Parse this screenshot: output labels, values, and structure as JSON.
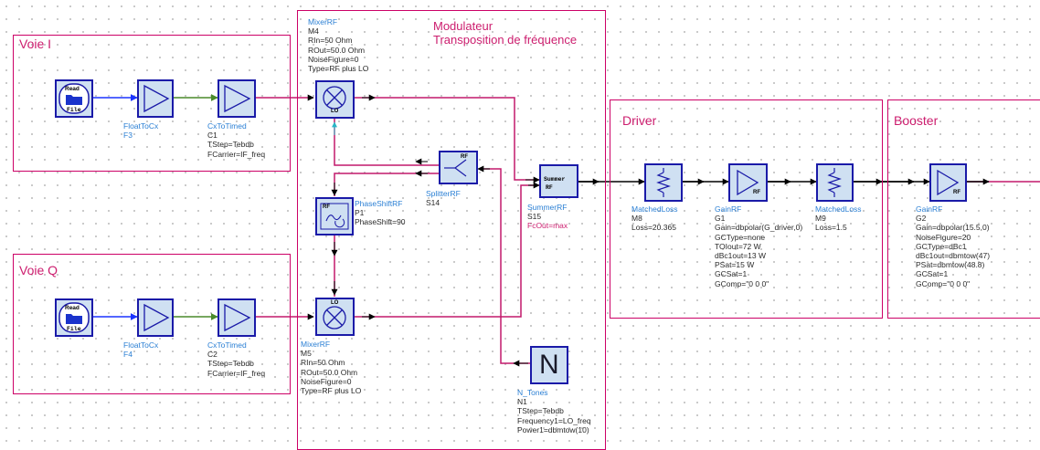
{
  "regions": {
    "voie_i": "Voie I",
    "voie_q": "Voie Q",
    "modulator_line1": "Modulateur",
    "modulator_line2": "Transposition de fréquence",
    "driver": "Driver",
    "booster": "Booster"
  },
  "icons": {
    "read_file_top": "Read",
    "read_file_bottom": "File",
    "lo": "LO",
    "rf": "RF",
    "summer_top": "Summer",
    "noise_symbol": "N"
  },
  "components": {
    "mixer_m4": {
      "lines": [
        "MixerRF",
        "M4",
        "RIn=50 Ohm",
        "ROut=50.0 Ohm",
        "NoiseFigure=0",
        "Type=RF plus LO"
      ]
    },
    "float_f3": {
      "lines": [
        "FloatToCx",
        "F3"
      ]
    },
    "cx_c1": {
      "lines": [
        "CxToTimed",
        "C1",
        "TStep=Tebdb",
        "FCarrier=IF_freq"
      ]
    },
    "phase_p1": {
      "lines": [
        "PhaseShiftRF",
        "P1",
        "PhaseShift=90"
      ]
    },
    "splitter_s14": {
      "lines": [
        "SplitterRF",
        "S14"
      ]
    },
    "summer_s15": {
      "lines": [
        "SummerRF",
        "S15",
        "FcOut=max"
      ]
    },
    "loss_m8": {
      "lines": [
        "MatchedLoss",
        "M8",
        "Loss=20.365"
      ]
    },
    "gain_g1": {
      "lines": [
        "GainRF",
        "G1",
        "Gain=dbpolar(G_driver,0)",
        "GCType=none",
        "TOIout=72 W",
        "dBc1out=13 W",
        "PSat=15 W",
        "GCSat=1",
        "GComp=\"0 0 0\""
      ]
    },
    "loss_m9": {
      "lines": [
        "MatchedLoss",
        "M9",
        "Loss=1.5"
      ]
    },
    "gain_g2": {
      "lines": [
        "GainRF",
        "G2",
        "Gain=dbpolar(15.5,0)",
        "NoiseFigure=20",
        "GCType=dBc1",
        "dBc1out=dbmtow(47)",
        "PSat=dbmtow(48.8)",
        "GCSat=1",
        "GComp=\"0 0 0\""
      ]
    },
    "float_f4": {
      "lines": [
        "FloatToCx",
        "F4"
      ]
    },
    "cx_c2": {
      "lines": [
        "CxToTimed",
        "C2",
        "TStep=Tebdb",
        "FCarrier=IF_freq"
      ]
    },
    "mixer_m5": {
      "lines": [
        "MixerRF",
        "M5",
        "RIn=50 Ohm",
        "ROut=50.0 Ohm",
        "NoiseFigure=0",
        "Type=RF plus LO"
      ]
    },
    "tones_n1": {
      "lines": [
        "N_Tones",
        "N1",
        "TStep=Tebdb",
        "Frequency1=LO_freq",
        "Power1=dbmtow(10)"
      ]
    }
  },
  "colors": {
    "region_border": "#cc0066",
    "rf_wire": "#c2186b",
    "signal_wire": "#000000",
    "baseband_wire_blue": "#1a33ff",
    "baseband_wire_green": "#4a8a2a",
    "block_border": "#1a1aa8",
    "block_fill": "#cfe0f2",
    "component_name": "#2a7fd4"
  }
}
